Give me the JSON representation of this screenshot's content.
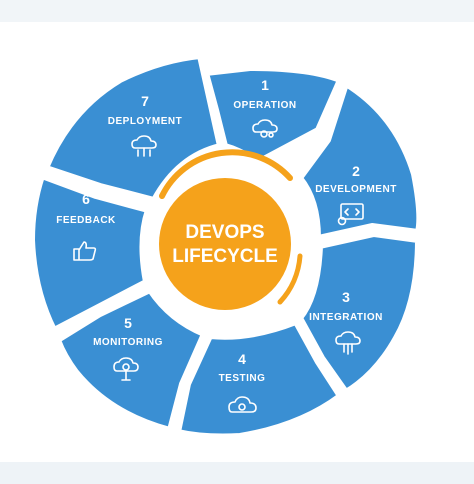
{
  "center": {
    "line1": "DEVOPS",
    "line2": "LIFECYCLE"
  },
  "stages": [
    {
      "number": "1",
      "label": "OPERATION",
      "icon": "cloud-gear-icon"
    },
    {
      "number": "2",
      "label": "DEVELOPMENT",
      "icon": "code-monitor-icon"
    },
    {
      "number": "3",
      "label": "INTEGRATION",
      "icon": "cloud-network-icon"
    },
    {
      "number": "4",
      "label": "TESTING",
      "icon": "cloud-check-icon"
    },
    {
      "number": "5",
      "label": "MONITORING",
      "icon": "monitor-cloud-icon"
    },
    {
      "number": "6",
      "label": "FEEDBACK",
      "icon": "thumbs-up-icon"
    },
    {
      "number": "7",
      "label": "DEPLOYMENT",
      "icon": "cloud-deploy-icon"
    }
  ],
  "colors": {
    "segment": "#3a8fd3",
    "center": "#f5a21b",
    "accent_ring": "#f5a21b",
    "text": "#ffffff"
  }
}
